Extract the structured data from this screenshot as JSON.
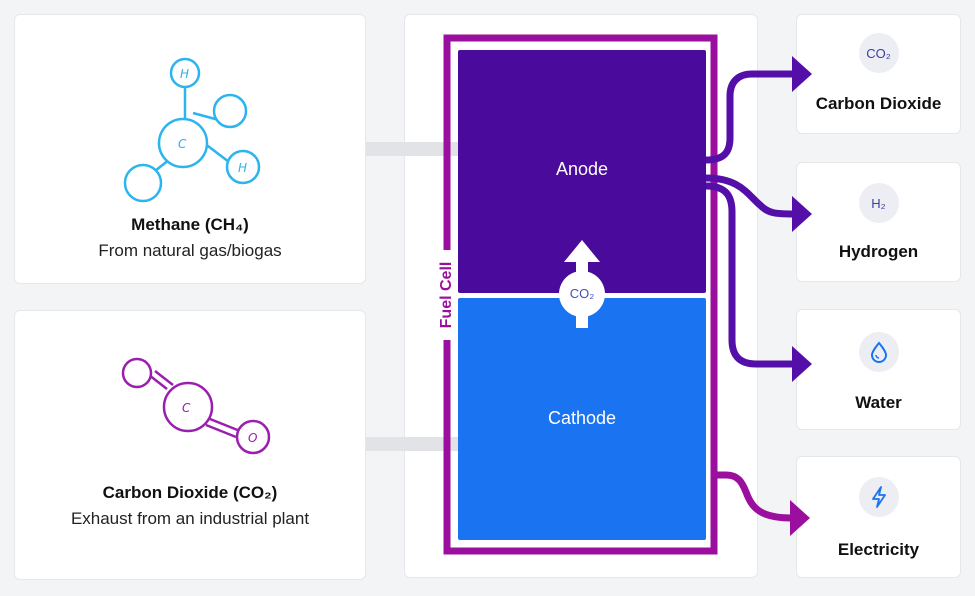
{
  "inputs": {
    "methane": {
      "title": "Methane (CH₄)",
      "subtitle": "From natural gas/biogas"
    },
    "co2": {
      "title": "Carbon Dioxide (CO₂)",
      "subtitle": "Exhaust from an industrial plant"
    }
  },
  "molecules": {
    "methane_atoms": [
      "H",
      "C",
      "H"
    ],
    "co2_atoms": [
      "C",
      "O"
    ]
  },
  "fuel_cell": {
    "label": "Fuel Cell",
    "anode": "Anode",
    "cathode": "Cathode",
    "transfer_badge": "CO₂"
  },
  "outputs": [
    {
      "badge": "CO₂",
      "label": "Carbon Dioxide"
    },
    {
      "badge": "H₂",
      "label": "Hydrogen"
    },
    {
      "badge": "",
      "label": "Water"
    },
    {
      "badge": "",
      "label": "Electricity"
    }
  ],
  "colors": {
    "methane": "#2bb4ee",
    "co2_molecule": "#9b1fae",
    "anode": "#4a0a9b",
    "cathode": "#1a73f0",
    "frame": "#9b0f9e",
    "arrow_purple": "#540fa8",
    "arrow_magenta": "#9b0f9e",
    "input_arrow": "#e2e3e6"
  }
}
